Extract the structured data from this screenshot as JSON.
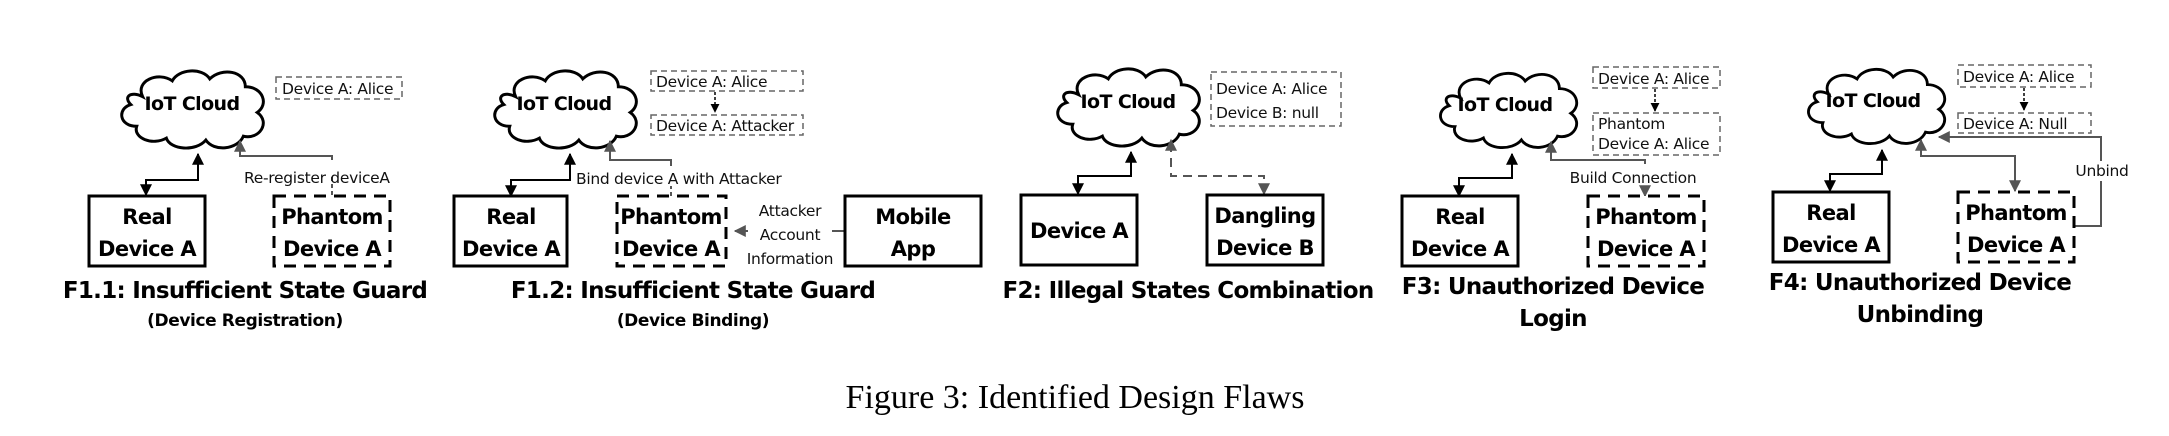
{
  "figure": {
    "caption": "Figure 3: Identified Design Flaws",
    "panels": [
      {
        "id": "F1.1",
        "cloud_label": "IoT Cloud",
        "states": [
          "Device A: Alice"
        ],
        "devices": [
          {
            "lines": [
              "Real",
              "Device A"
            ],
            "style": "solid"
          },
          {
            "lines": [
              "Phantom",
              "Device A"
            ],
            "style": "dashed"
          }
        ],
        "edge_labels": [
          "Re-register deviceA"
        ],
        "title": "F1.1: Insufficient State Guard",
        "subtitle": "(Device Registration)"
      },
      {
        "id": "F1.2",
        "cloud_label": "IoT Cloud",
        "states": [
          "Device A: Alice",
          "Device A: Attacker"
        ],
        "devices": [
          {
            "lines": [
              "Real",
              "Device A"
            ],
            "style": "solid"
          },
          {
            "lines": [
              "Phantom",
              "Device A"
            ],
            "style": "dashed"
          },
          {
            "lines": [
              "Mobile",
              "App"
            ],
            "style": "solid"
          }
        ],
        "edge_labels": [
          "Bind device A with Attacker",
          "Attacker",
          "Account",
          "Information"
        ],
        "title": "F1.2: Insufficient State Guard",
        "subtitle": "(Device Binding)"
      },
      {
        "id": "F2",
        "cloud_label": "IoT Cloud",
        "states": [
          "Device A: Alice",
          "Device B: null"
        ],
        "devices": [
          {
            "lines": [
              "Device A"
            ],
            "style": "solid"
          },
          {
            "lines": [
              "Dangling",
              "Device B"
            ],
            "style": "solid"
          }
        ],
        "edge_labels": [],
        "title": "F2: Illegal States Combination",
        "subtitle": ""
      },
      {
        "id": "F3",
        "cloud_label": "IoT Cloud",
        "states": [
          "Device A: Alice",
          "Phantom",
          "Device A: Alice"
        ],
        "devices": [
          {
            "lines": [
              "Real",
              "Device A"
            ],
            "style": "solid"
          },
          {
            "lines": [
              "Phantom",
              "Device A"
            ],
            "style": "dashed"
          }
        ],
        "edge_labels": [
          "Build Connection"
        ],
        "title": "F3: Unauthorized Device",
        "subtitle": "Login"
      },
      {
        "id": "F4",
        "cloud_label": "IoT Cloud",
        "states": [
          "Device A: Alice",
          "Device A: Null"
        ],
        "devices": [
          {
            "lines": [
              "Real",
              "Device A"
            ],
            "style": "solid"
          },
          {
            "lines": [
              "Phantom",
              "Device A"
            ],
            "style": "dashed"
          }
        ],
        "edge_labels": [
          "Unbind"
        ],
        "title": "F4: Unauthorized Device",
        "subtitle": "Unbinding"
      }
    ]
  }
}
